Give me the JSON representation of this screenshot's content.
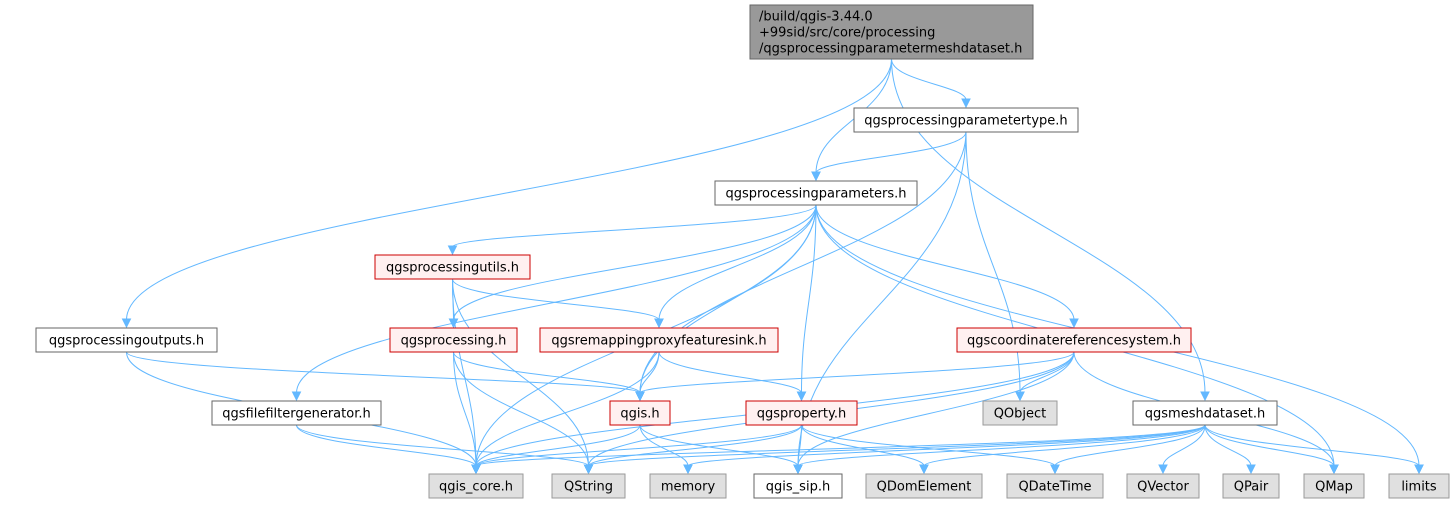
{
  "colors": {
    "edge": "#63b8ff",
    "root_fill": "#999999",
    "root_stroke": "#666666",
    "normal_fill": "#ffffff",
    "normal_stroke": "#666666",
    "incomplete_fill": "#fff0f0",
    "incomplete_stroke": "#cc0000",
    "external_fill": "#e0e0e0",
    "external_stroke": "#999999"
  },
  "nodes": {
    "root": {
      "lines": [
        "/build/qgis-3.44.0",
        "+99sid/src/core/processing",
        "/qgsprocessingparametermeshdataset.h"
      ],
      "kind": "root"
    },
    "parametertype": {
      "lines": [
        "qgsprocessingparametertype.h"
      ],
      "kind": "normal"
    },
    "parameters": {
      "lines": [
        "qgsprocessingparameters.h"
      ],
      "kind": "normal"
    },
    "utils": {
      "lines": [
        "qgsprocessingutils.h"
      ],
      "kind": "incomplete"
    },
    "outputs": {
      "lines": [
        "qgsprocessingoutputs.h"
      ],
      "kind": "normal"
    },
    "processing": {
      "lines": [
        "qgsprocessing.h"
      ],
      "kind": "incomplete"
    },
    "remapping": {
      "lines": [
        "qgsremappingproxyfeaturesink.h"
      ],
      "kind": "incomplete"
    },
    "crs": {
      "lines": [
        "qgscoordinatereferencesystem.h"
      ],
      "kind": "incomplete"
    },
    "filefilter": {
      "lines": [
        "qgsfilefiltergenerator.h"
      ],
      "kind": "normal"
    },
    "qgis": {
      "lines": [
        "qgis.h"
      ],
      "kind": "incomplete"
    },
    "property": {
      "lines": [
        "qgsproperty.h"
      ],
      "kind": "incomplete"
    },
    "qobject": {
      "lines": [
        "QObject"
      ],
      "kind": "external"
    },
    "meshdataset": {
      "lines": [
        "qgsmeshdataset.h"
      ],
      "kind": "normal"
    },
    "qgis_core": {
      "lines": [
        "qgis_core.h"
      ],
      "kind": "external"
    },
    "qstring": {
      "lines": [
        "QString"
      ],
      "kind": "external"
    },
    "memory": {
      "lines": [
        "memory"
      ],
      "kind": "external"
    },
    "qgis_sip": {
      "lines": [
        "qgis_sip.h"
      ],
      "kind": "normal"
    },
    "qdomelement": {
      "lines": [
        "QDomElement"
      ],
      "kind": "external"
    },
    "qdatetime": {
      "lines": [
        "QDateTime"
      ],
      "kind": "external"
    },
    "qvector": {
      "lines": [
        "QVector"
      ],
      "kind": "external"
    },
    "qpair": {
      "lines": [
        "QPair"
      ],
      "kind": "external"
    },
    "qmap": {
      "lines": [
        "QMap"
      ],
      "kind": "external"
    },
    "limits": {
      "lines": [
        "limits"
      ],
      "kind": "external"
    }
  },
  "edges": [
    [
      "root",
      "outputs"
    ],
    [
      "root",
      "parameters"
    ],
    [
      "root",
      "parametertype"
    ],
    [
      "root",
      "meshdataset"
    ],
    [
      "parametertype",
      "parameters"
    ],
    [
      "parametertype",
      "qgis"
    ],
    [
      "parametertype",
      "qobject"
    ],
    [
      "parametertype",
      "qgis_sip"
    ],
    [
      "parameters",
      "utils"
    ],
    [
      "parameters",
      "processing"
    ],
    [
      "parameters",
      "remapping"
    ],
    [
      "parameters",
      "crs"
    ],
    [
      "parameters",
      "filefilter"
    ],
    [
      "parameters",
      "qgis"
    ],
    [
      "parameters",
      "property"
    ],
    [
      "parameters",
      "qgis_core"
    ],
    [
      "parameters",
      "qmap"
    ],
    [
      "parameters",
      "limits"
    ],
    [
      "utils",
      "processing"
    ],
    [
      "utils",
      "remapping"
    ],
    [
      "utils",
      "qgis_core"
    ],
    [
      "utils",
      "qstring"
    ],
    [
      "outputs",
      "qgis"
    ],
    [
      "outputs",
      "qgis_core"
    ],
    [
      "processing",
      "qgis"
    ],
    [
      "processing",
      "qgis_core"
    ],
    [
      "processing",
      "qstring"
    ],
    [
      "remapping",
      "qgis"
    ],
    [
      "remapping",
      "property"
    ],
    [
      "remapping",
      "qgis_core"
    ],
    [
      "crs",
      "qgis"
    ],
    [
      "crs",
      "qobject"
    ],
    [
      "crs",
      "qgis_core"
    ],
    [
      "crs",
      "qgis_sip"
    ],
    [
      "crs",
      "qmap"
    ],
    [
      "crs",
      "qstring"
    ],
    [
      "filefilter",
      "qgis_core"
    ],
    [
      "filefilter",
      "qstring"
    ],
    [
      "qgis",
      "qgis_core"
    ],
    [
      "qgis",
      "memory"
    ],
    [
      "qgis",
      "qgis_sip"
    ],
    [
      "property",
      "qgis_core"
    ],
    [
      "property",
      "qstring"
    ],
    [
      "property",
      "qgis_sip"
    ],
    [
      "property",
      "qdomelement"
    ],
    [
      "property",
      "qdatetime"
    ],
    [
      "meshdataset",
      "qgis_core"
    ],
    [
      "meshdataset",
      "qstring"
    ],
    [
      "meshdataset",
      "memory"
    ],
    [
      "meshdataset",
      "qgis_sip"
    ],
    [
      "meshdataset",
      "qdomelement"
    ],
    [
      "meshdataset",
      "qdatetime"
    ],
    [
      "meshdataset",
      "qvector"
    ],
    [
      "meshdataset",
      "qpair"
    ],
    [
      "meshdataset",
      "qmap"
    ],
    [
      "meshdataset",
      "limits"
    ]
  ]
}
